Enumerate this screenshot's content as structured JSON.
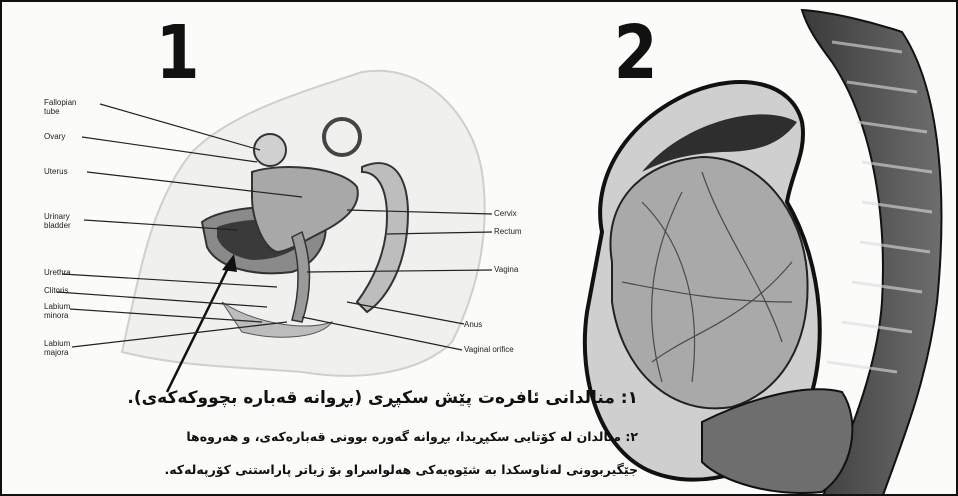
{
  "panels": {
    "left_number": "1",
    "right_number": "2"
  },
  "labels_left": {
    "fallopian_tube": "Fallopian tube",
    "ovary": "Ovary",
    "uterus": "Uterus",
    "urinary_bladder": "Urinary bladder",
    "urethra": "Urethra",
    "clitoris": "Clitoris",
    "labium_minora": "Labium minora",
    "labium_majora": "Labium majora"
  },
  "labels_right": {
    "cervix": "Cervix",
    "rectum": "Rectum",
    "vagina": "Vagina",
    "anus": "Anus",
    "vaginal_orifice": "Vaginal orifice"
  },
  "captions": {
    "line1": "١: منالدانی ئافرەت پێش سکپڕی (بڕوانە قەبارە بچووکەکەی).",
    "line2": "٢: منالدان لە کۆتایی سکپڕیدا، بڕوانە گەورە بوونی قەبارەکەی، و هەروەها",
    "line3": "جێگیربوونی لەناوسکدا بە شێوەیەکی هەلواسراو بۆ زیاتر پاراستنی کۆرپەلەکە."
  },
  "colors": {
    "ink": "#111111",
    "paper": "#fbfbf9",
    "shade": "#9a9a9a"
  }
}
